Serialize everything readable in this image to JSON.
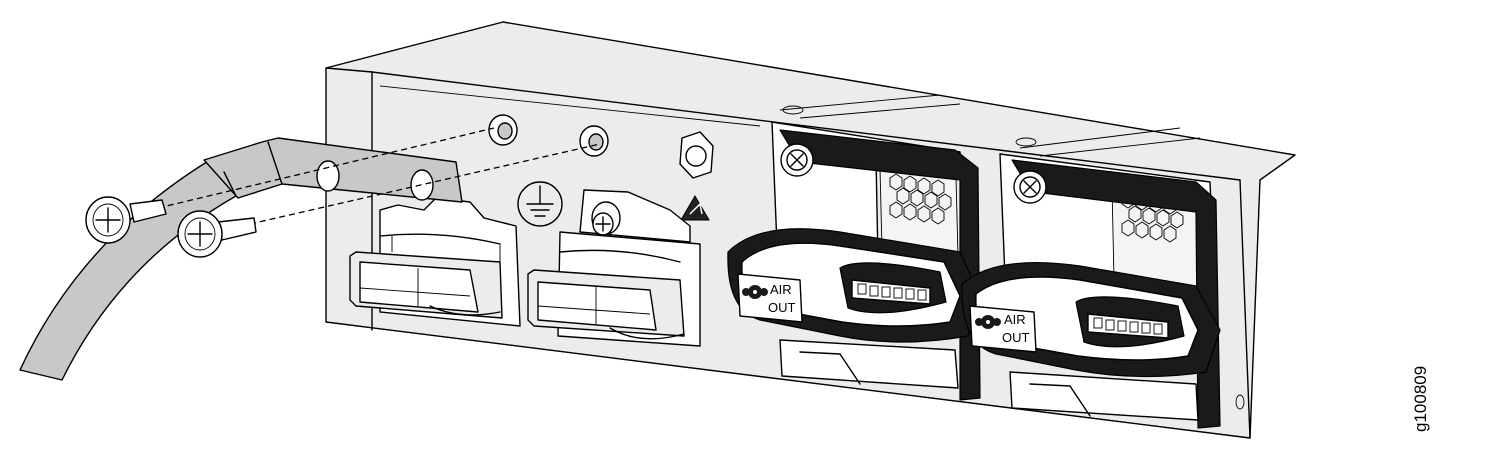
{
  "figure": {
    "id_label": "g100809"
  },
  "psu_labels": [
    {
      "line1": "AIR",
      "line2": "OUT"
    },
    {
      "line1": "AIR",
      "line2": "OUT"
    }
  ],
  "icons": [
    "ground-symbol-icon",
    "esd-warning-icon",
    "fan-icon",
    "screw-icon"
  ],
  "colors": {
    "line": "#000000",
    "chassis_fill": "#ececec",
    "cable_fill": "#c8c8c8",
    "handle_fill": "#1a1a1a"
  }
}
